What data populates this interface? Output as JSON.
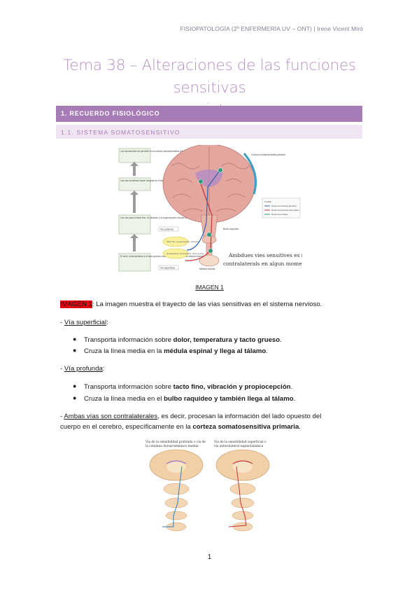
{
  "header": "FISIOPATOLOGÍA (2º ENFERMERÍA UV – ONT) | Irene Vicent Miró",
  "title_line1": "Tema 38 – Alteraciones de las funciones sensitivas",
  "title_line2": "y mixtas",
  "section1": "1. RECUERDO FISIOLÓGICO",
  "section2": "1.1. SISTEMA SOMATOSENSITIVO",
  "figure1": {
    "flow_labels": [
      "Las sensaciones se perciben en la corteza somatosensitiva primaria",
      "Las vías sensitivas hacen sinapsis en el tálamo",
      "Las vías para el tacto fino, la vibración y la propiocepción cruzan la línea media en el bulbo raquídeo",
      "El dolor, la temperatura y el tacto grueso cruzan la línea media en la médula espinal"
    ],
    "label_cortex": "Corteza somatosensitiva primaria",
    "label_bulbo": "Bulbo raquídeo",
    "label_medula": "Médula espinal",
    "label_profunda": "Vía profunda",
    "label_superficial": "Vía superficial",
    "bubble1": "Tacto fino, propiocepción, vibración",
    "bubble2": "Nociceptores, temperatura, tacto grueso",
    "key_title": "CLAVE",
    "key": [
      "Neurona sensitiva primaria",
      "Neurona sensitiva secundaria",
      "Neurona terciaria"
    ],
    "handwritten": [
      "Ambdues vies sensitives es fan",
      "contralaterals en algun moment."
    ]
  },
  "caption1": "IMAGEN 1",
  "para1": {
    "highlight": "IMAGEN 1",
    "text": ": La imagen muestra el trayecto de las vías sensitivas en el sistema nervioso."
  },
  "sup": {
    "prefix": "- ",
    "label": "Vía superficial",
    "suffix": ":"
  },
  "sup_b1": {
    "a": "Transporta información sobre ",
    "b": "dolor, temperatura y tacto grueso",
    "c": "."
  },
  "sup_b2": {
    "a": "Cruza la línea media en la ",
    "b": "médula espinal y llega al tálamo",
    "c": "."
  },
  "prof": {
    "prefix": "- ",
    "label": "Vía profunda",
    "suffix": ":"
  },
  "prof_b1": {
    "a": "Transporta información sobre ",
    "b": "tacto fino, vibración y propiocepción",
    "c": "."
  },
  "prof_b2": {
    "a": "Cruza la línea media en el ",
    "b": "bulbo raquídeo y también llega al tálamo",
    "c": "."
  },
  "both": {
    "prefix": "- ",
    "label": "Ambas vías son contralaterales",
    "line1_rest": ", es decir, procesan la información del lado opuesto del",
    "line2_a": "cuerpo en el cerebro, específicamente en la ",
    "line2_b": "corteza somatosensitiva primaria",
    "line2_c": "."
  },
  "figure2": {
    "title_left": [
      "Vía de la sensibilidad profunda o vía de",
      "la columna dorsal-lemnisco medial"
    ],
    "title_right": [
      "Vía de la sensibilidad superficial o",
      "vía anterolateral espinotalámica"
    ]
  },
  "page_number": "1"
}
